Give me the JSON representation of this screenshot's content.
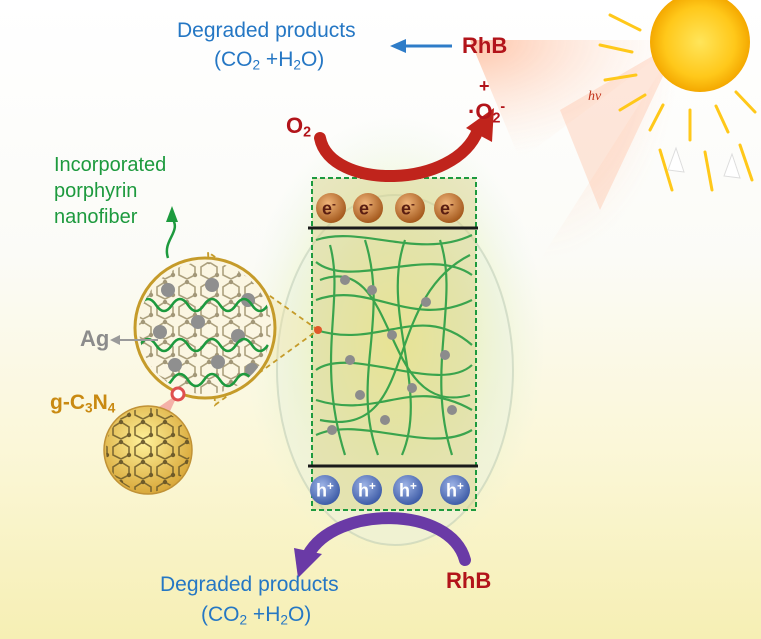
{
  "top_products": {
    "line1": "Degraded products",
    "line2_prefix": "(CO",
    "line2_sub": "2",
    "line2_mid": " +H",
    "line2_sub2": "2",
    "line2_suffix": "O)"
  },
  "bottom_products": {
    "line1": "Degraded products",
    "line2_prefix": "(CO",
    "line2_sub": "2",
    "line2_mid": " +H",
    "line2_sub2": "2",
    "line2_suffix": "O)"
  },
  "top_rhb": "RhB",
  "bottom_rhb": "RhB",
  "oxygen": {
    "base": "O",
    "sub": "2"
  },
  "superoxide": {
    "plus": "+",
    "dot": "·",
    "base": "O",
    "sub": "2",
    "sup": "-"
  },
  "hv": "hv",
  "nanofiber": {
    "line1": "Incorporated",
    "line2": "porphyrin",
    "line3": "nanofiber"
  },
  "ag": "Ag",
  "gcn": {
    "prefix": "g-C",
    "sub1": "3",
    "mid": "N",
    "sub2": "4"
  },
  "electrons": [
    {
      "base": "e",
      "sup": "-"
    },
    {
      "base": "e",
      "sup": "-"
    },
    {
      "base": "e",
      "sup": "-"
    },
    {
      "base": "e",
      "sup": "-"
    }
  ],
  "holes": [
    {
      "base": "h",
      "sup": "+"
    },
    {
      "base": "h",
      "sup": "+"
    },
    {
      "base": "h",
      "sup": "+"
    },
    {
      "base": "h",
      "sup": "+"
    }
  ],
  "colors": {
    "blue_text": "#2577c4",
    "rhb_red": "#b2141a",
    "fiber_green": "#1d9a3e",
    "electron_orange": "#c8762e",
    "hole_blue": "#4f6fb8",
    "arrow_red": "#c0241c",
    "arrow_purple": "#6a3aa6",
    "sun_yellow": "#ffc81a"
  }
}
